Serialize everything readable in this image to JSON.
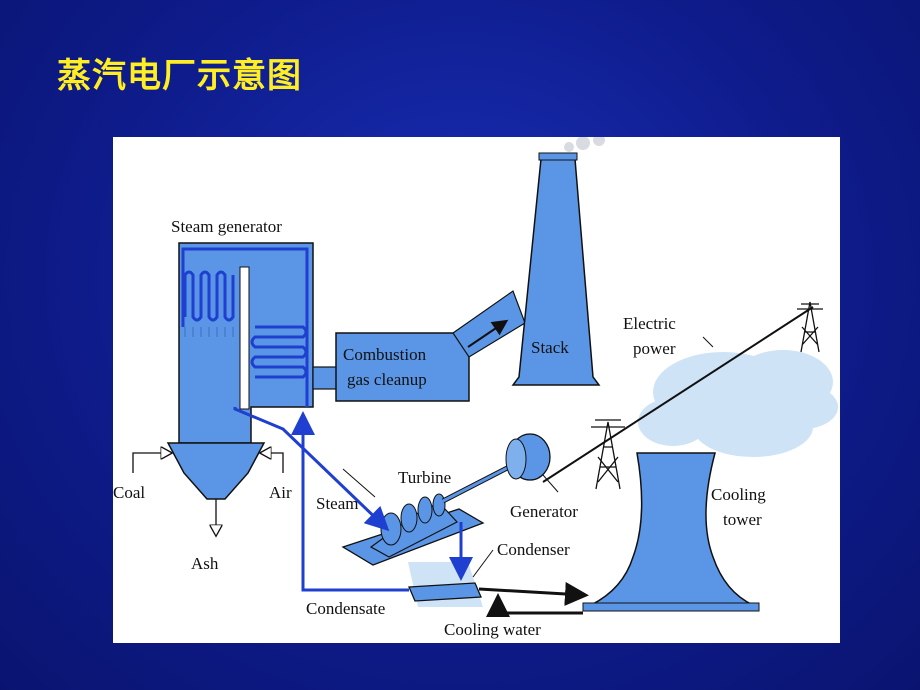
{
  "slide": {
    "title": "蒸汽电厂示意图",
    "title_color": "#ffee22",
    "background_color": "#1424a0"
  },
  "diagram": {
    "colors": {
      "equipment": "#5b96e6",
      "pipe": "#1f3fd0",
      "outline": "#111111",
      "panel": "#ffffff"
    },
    "labels": {
      "steam_generator": "Steam generator",
      "combustion_1": "Combustion",
      "combustion_2": "gas cleanup",
      "stack": "Stack",
      "electric_1": "Electric",
      "electric_2": "power",
      "turbine": "Turbine",
      "generator": "Generator",
      "cooling_1": "Cooling",
      "cooling_2": "tower",
      "coal": "Coal",
      "air": "Air",
      "ash": "Ash",
      "steam": "Steam",
      "condenser": "Condenser",
      "condensate": "Condensate",
      "cooling_water": "Cooling water"
    }
  }
}
